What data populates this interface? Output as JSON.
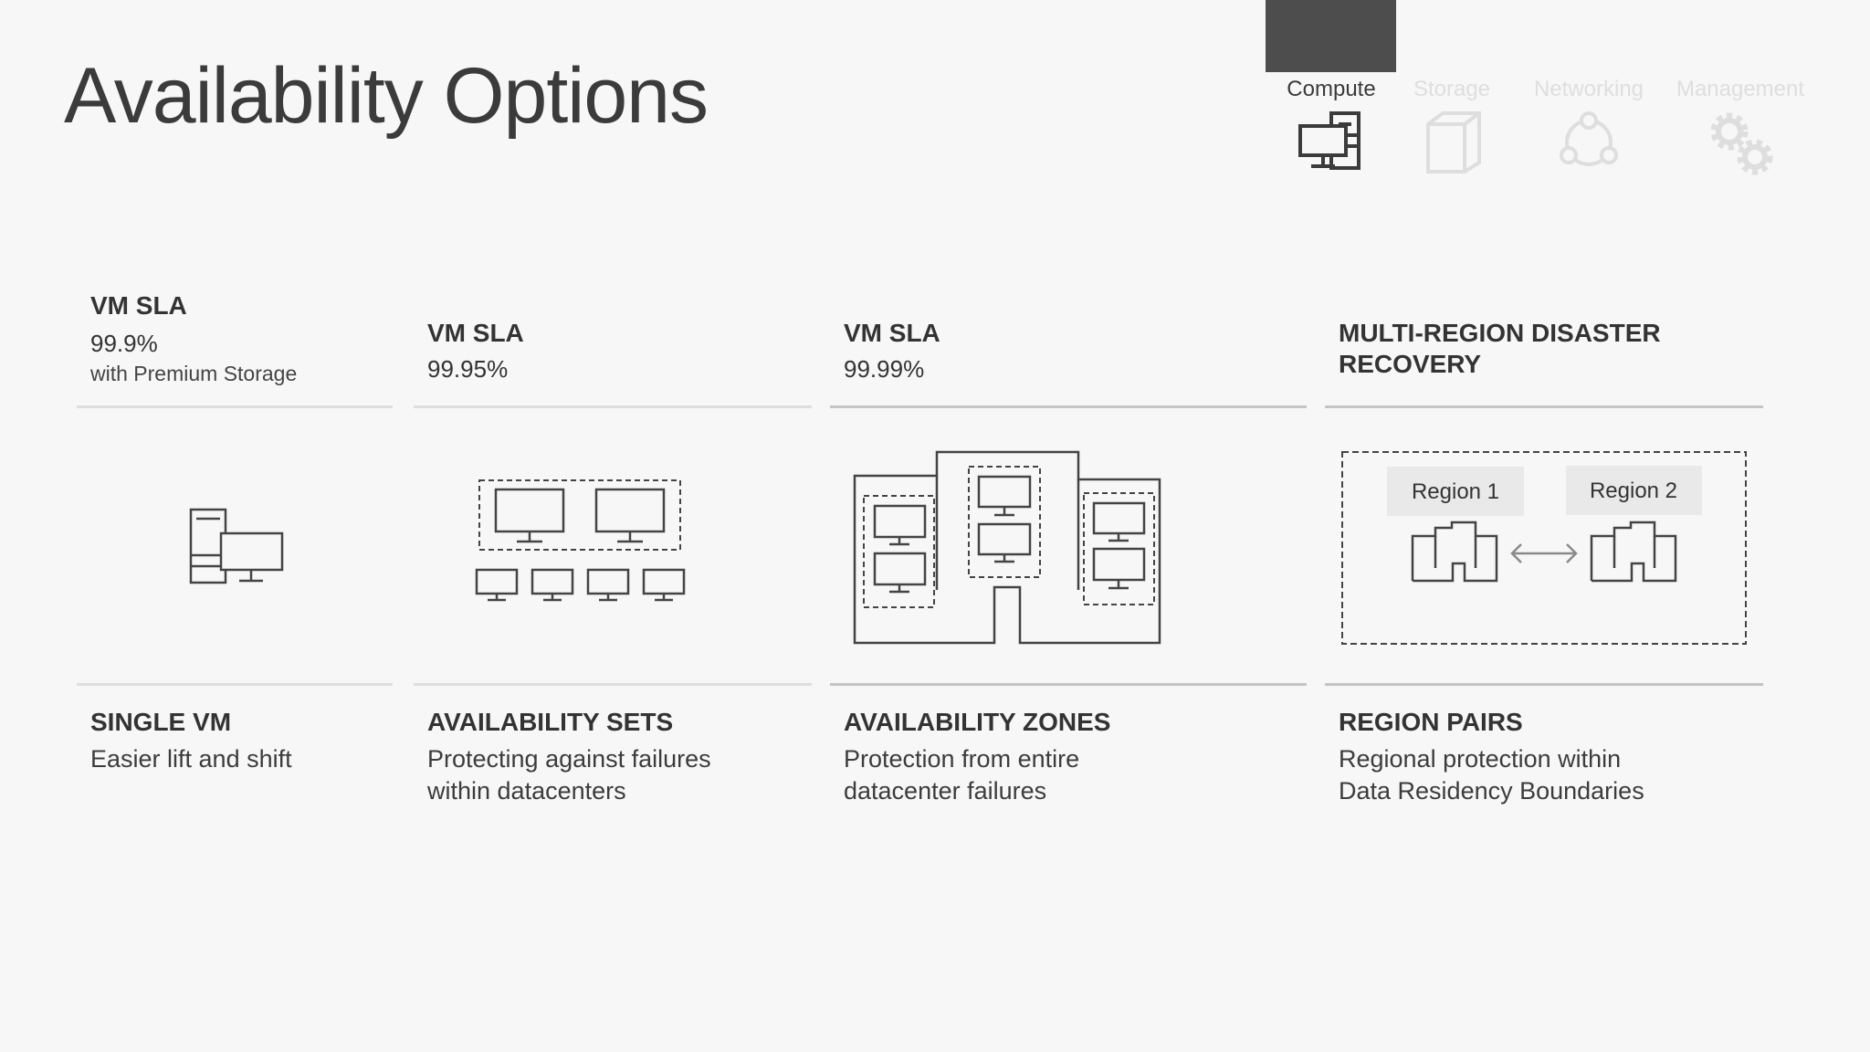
{
  "title": "Availability Options",
  "nav": {
    "tabs": [
      {
        "label": "Compute",
        "icon": "compute-icon",
        "active": true
      },
      {
        "label": "Storage",
        "icon": "storage-box-icon",
        "active": false
      },
      {
        "label": "Networking",
        "icon": "networking-icon",
        "active": false
      },
      {
        "label": "Management",
        "icon": "gears-icon",
        "active": false
      }
    ]
  },
  "columns": [
    {
      "sla_heading": "VM SLA",
      "sla_value": "99.9%",
      "sla_note": "with Premium Storage",
      "option_title": "SINGLE VM",
      "option_desc_1": "Easier lift and shift",
      "option_desc_2": ""
    },
    {
      "sla_heading": "VM SLA",
      "sla_value": "99.95%",
      "option_title": "AVAILABILITY SETS",
      "option_desc_1": "Protecting against failures",
      "option_desc_2": "within datacenters"
    },
    {
      "sla_heading": "VM SLA",
      "sla_value": "99.99%",
      "option_title": "AVAILABILITY ZONES",
      "option_desc_1": "Protection from entire",
      "option_desc_2": "datacenter failures"
    },
    {
      "sla_heading_1": "MULTI-REGION DISASTER",
      "sla_heading_2": "RECOVERY",
      "option_title": "REGION PAIRS",
      "option_desc_1": "Regional protection within",
      "option_desc_2": "Data Residency Boundaries",
      "region_1": "Region 1",
      "region_2": "Region 2"
    }
  ],
  "colors": {
    "background": "#f7f7f7",
    "text": "#333333",
    "nav_active_bar": "#4d4d4d",
    "nav_inactive": "#dedede",
    "divider": "#dedede"
  }
}
